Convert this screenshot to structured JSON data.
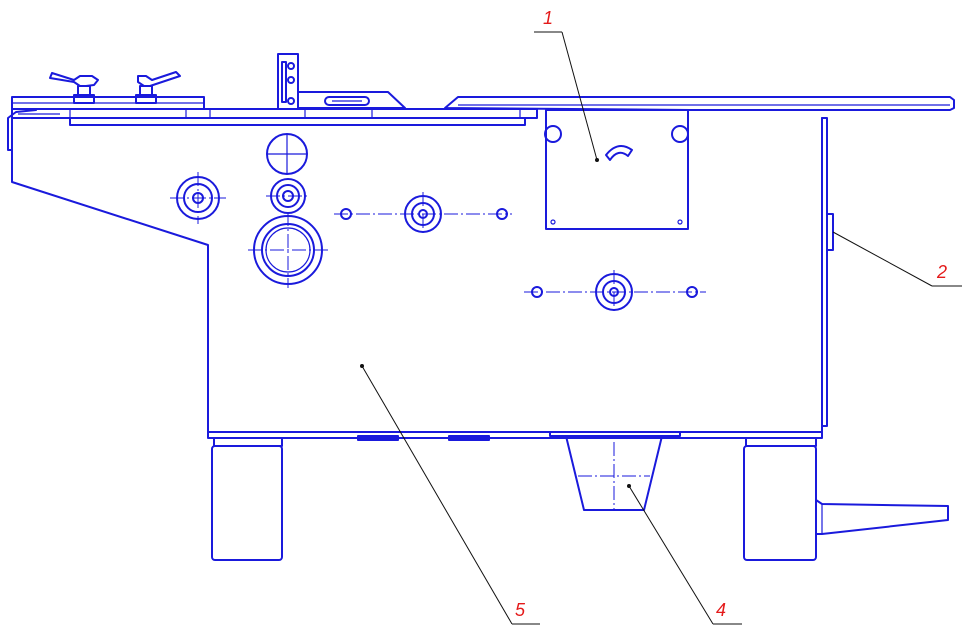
{
  "diagram": {
    "line_color": "#1a1adc",
    "callout_color": "#e41a1a",
    "leader_color": "#111111",
    "callouts": [
      {
        "id": "1",
        "label": "1"
      },
      {
        "id": "2",
        "label": "2"
      },
      {
        "id": "4",
        "label": "4"
      },
      {
        "id": "5",
        "label": "5"
      }
    ]
  }
}
